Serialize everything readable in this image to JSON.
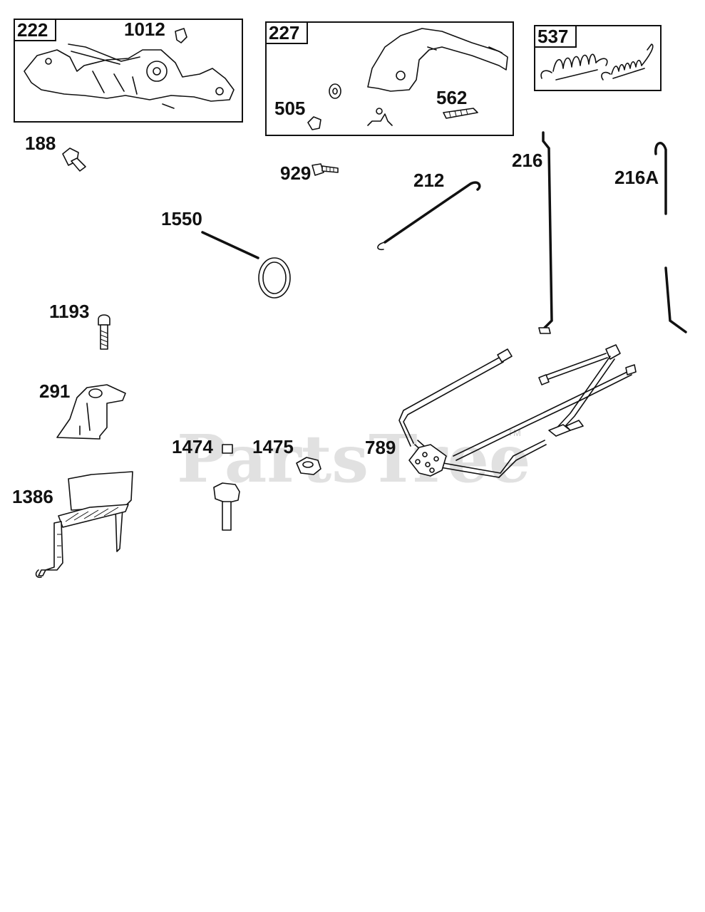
{
  "parts": {
    "p222": "222",
    "p1012": "1012",
    "p227": "227",
    "p505": "505",
    "p562": "562",
    "p537": "537",
    "p188": "188",
    "p929": "929",
    "p212": "212",
    "p216": "216",
    "p216A": "216A",
    "p1550": "1550",
    "p1193": "1193",
    "p291": "291",
    "p1474": "1474",
    "p1475": "1475",
    "p789": "789",
    "p1386": "1386"
  },
  "watermark": {
    "text": "PartsTree",
    "tm": "TM"
  }
}
